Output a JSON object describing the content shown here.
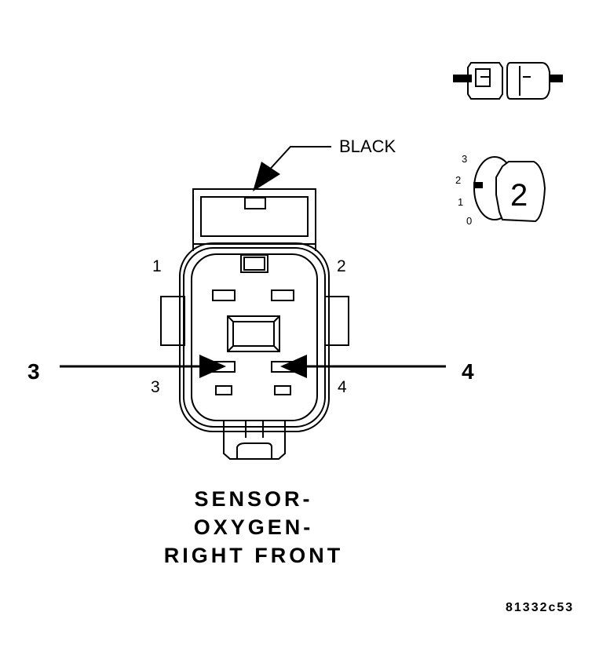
{
  "connector": {
    "color_label": "BLACK",
    "cavity_labels": {
      "c1": "1",
      "c2": "2",
      "c3": "3",
      "c4": "4"
    },
    "callouts": {
      "left": "3",
      "right": "4"
    }
  },
  "title": {
    "line1": "SENSOR-",
    "line2": "OXYGEN-",
    "line3": "RIGHT FRONT"
  },
  "legend": {
    "dial_ticks": [
      "3",
      "2",
      "1",
      "0"
    ],
    "dial_value": "2"
  },
  "figure_code": "81332c53"
}
